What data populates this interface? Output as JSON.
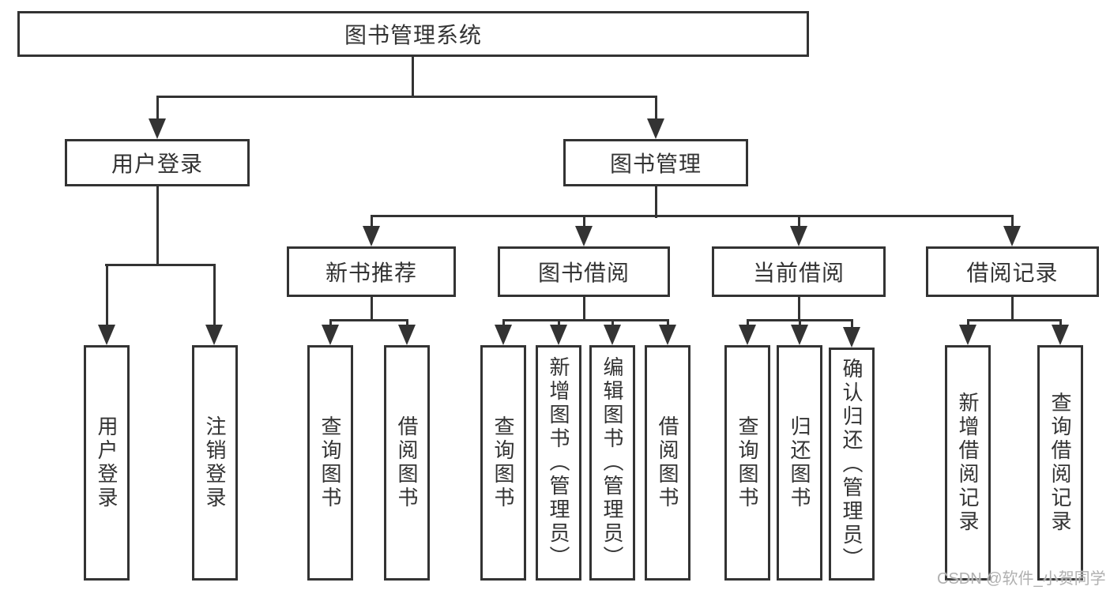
{
  "diagram": {
    "root": {
      "label": "图书管理系统"
    },
    "user_branch": {
      "label": "用户登录",
      "children": [
        {
          "label": "用户登录"
        },
        {
          "label": "注销登录"
        }
      ]
    },
    "book_branch": {
      "label": "图书管理",
      "groups": [
        {
          "label": "新书推荐",
          "children": [
            {
              "label": "查询图书"
            },
            {
              "label": "借阅图书"
            }
          ]
        },
        {
          "label": "图书借阅",
          "children": [
            {
              "label": "查询图书"
            },
            {
              "label": "新增图书（管理员）"
            },
            {
              "label": "编辑图书（管理员）"
            },
            {
              "label": "借阅图书"
            }
          ]
        },
        {
          "label": "当前借阅",
          "children": [
            {
              "label": "查询图书"
            },
            {
              "label": "归还图书"
            },
            {
              "label": "确认归还（管理员）"
            }
          ]
        },
        {
          "label": "借阅记录",
          "children": [
            {
              "label": "新增借阅记录"
            },
            {
              "label": "查询借阅记录"
            }
          ]
        }
      ]
    }
  },
  "watermark": {
    "text": "CSDN @软件_小贺同学"
  },
  "colors": {
    "line": "#333333",
    "box_background": "#ffffff",
    "page_background": "#ffffff",
    "watermark": "#b0b0b0"
  }
}
